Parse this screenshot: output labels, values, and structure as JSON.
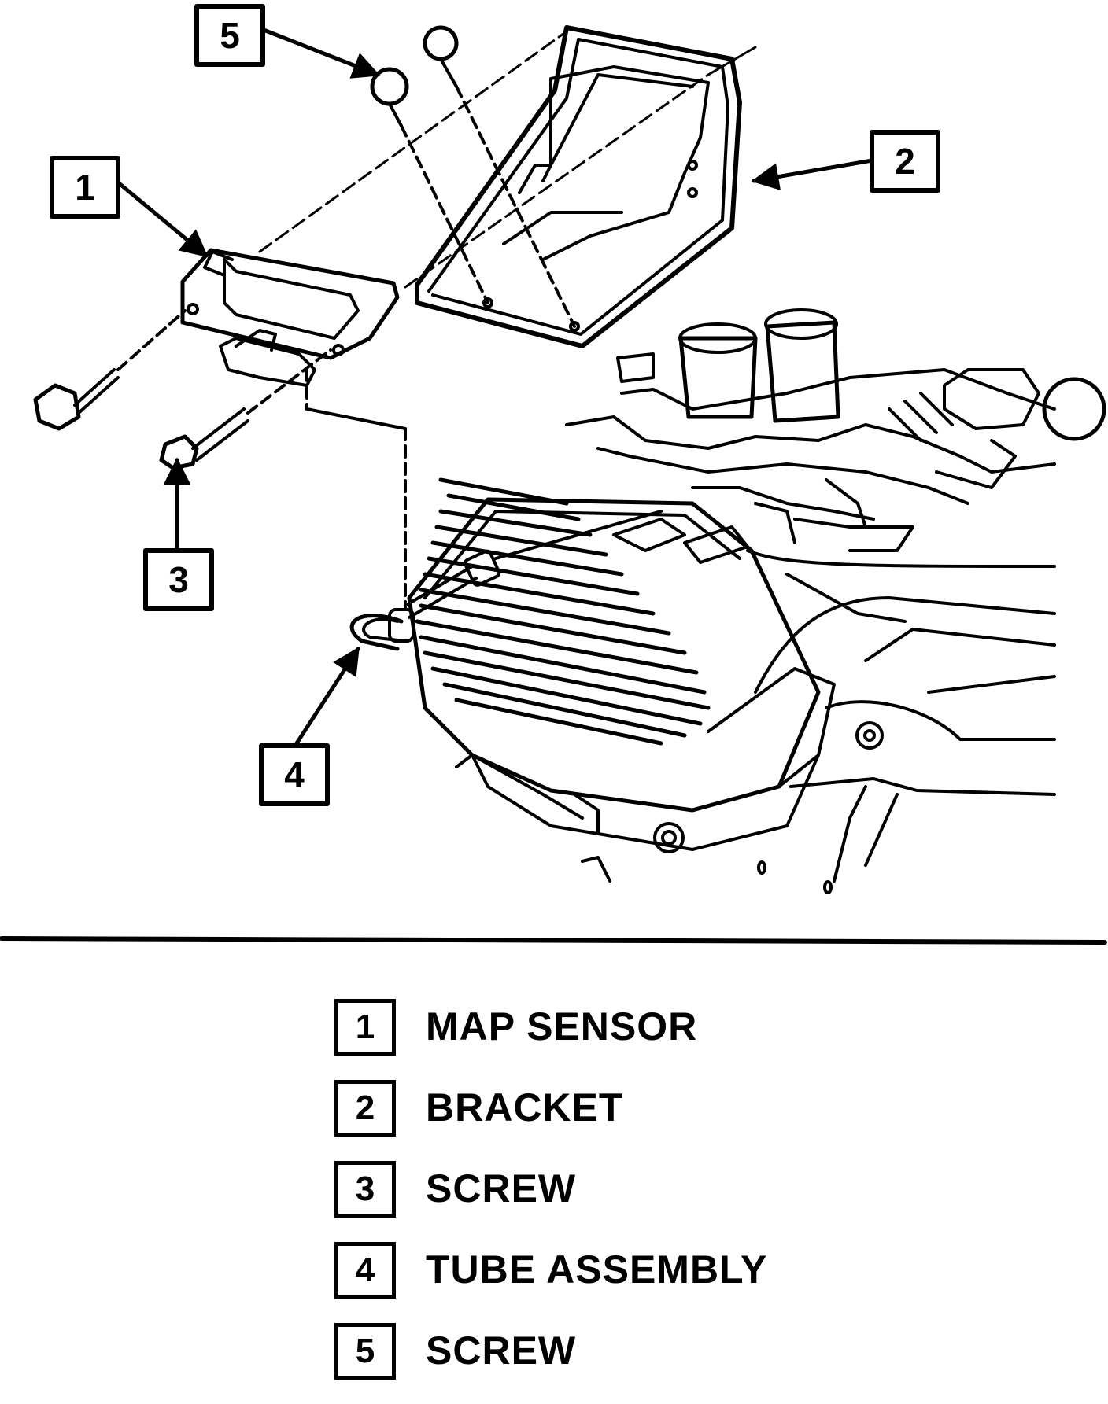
{
  "callouts": [
    "1",
    "2",
    "3",
    "4",
    "5"
  ],
  "legend": [
    {
      "number": "1",
      "label": "MAP SENSOR"
    },
    {
      "number": "2",
      "label": "BRACKET"
    },
    {
      "number": "3",
      "label": "SCREW"
    },
    {
      "number": "4",
      "label": "TUBE ASSEMBLY"
    },
    {
      "number": "5",
      "label": "SCREW"
    }
  ]
}
